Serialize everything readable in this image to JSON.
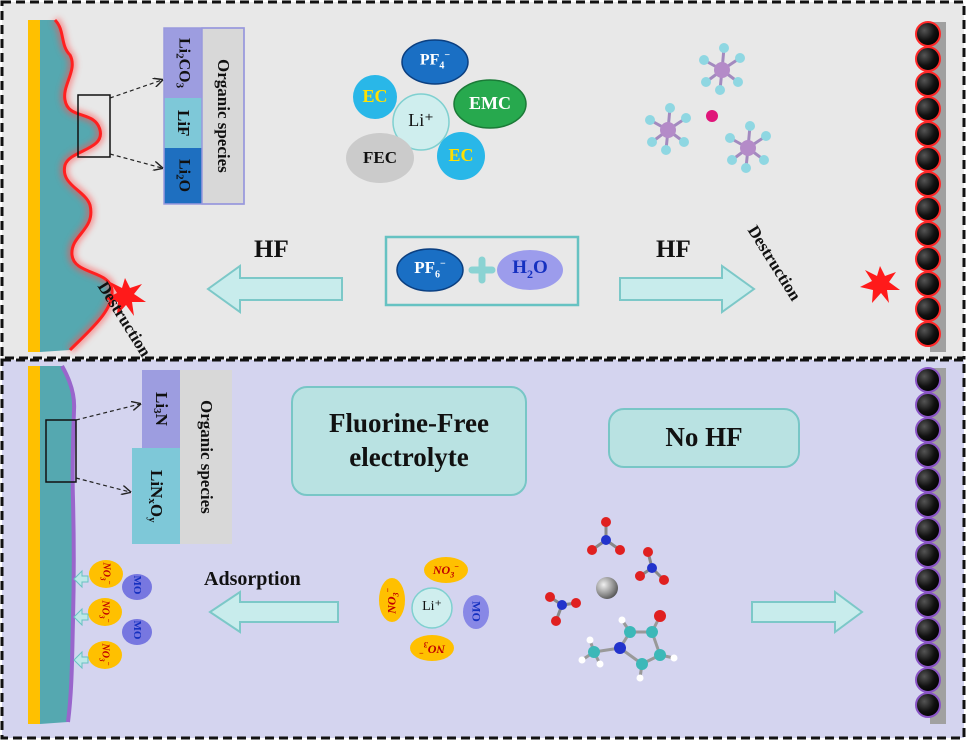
{
  "top_panel": {
    "sei_layers": {
      "col1": [
        "Li2CO3",
        "LiF",
        "Li2O"
      ],
      "col2": "Organic species"
    },
    "center_species": {
      "pf4": "PF4⁻",
      "ec_left": "EC",
      "ec_right": "EC",
      "li": "Li⁺",
      "emc": "EMC",
      "fec": "FEC"
    },
    "reaction": {
      "pf6": "PF6⁻",
      "h2o": "H2O"
    },
    "hf_left": "HF",
    "hf_right": "HF",
    "destruction_left": "Destruction",
    "destruction_right": "Destruction"
  },
  "bottom_panel": {
    "sei_layers": {
      "col1": [
        "Li3N",
        "LiNxOy"
      ],
      "col2": "Organic species"
    },
    "title_box": [
      "Fluorine-Free",
      "electrolyte"
    ],
    "no_hf_box": "No HF",
    "adsorption_label": "Adsorption",
    "solvation": {
      "li": "Li⁺",
      "no3": "NO3⁻",
      "mo": "MO"
    },
    "surface_no3": "NO3⁻",
    "surface_mo": "MO"
  },
  "colors": {
    "top_bg": "#e8e8e8",
    "bottom_bg": "#d4d4ef",
    "current_collector": "#ffc000",
    "electrolyte_teal": "#55a8b0",
    "sei_red": "#ff2020",
    "sei_purple": "#9966cc",
    "arrow_fill": "#c8ecec",
    "arrow_stroke": "#7cc8c8"
  }
}
